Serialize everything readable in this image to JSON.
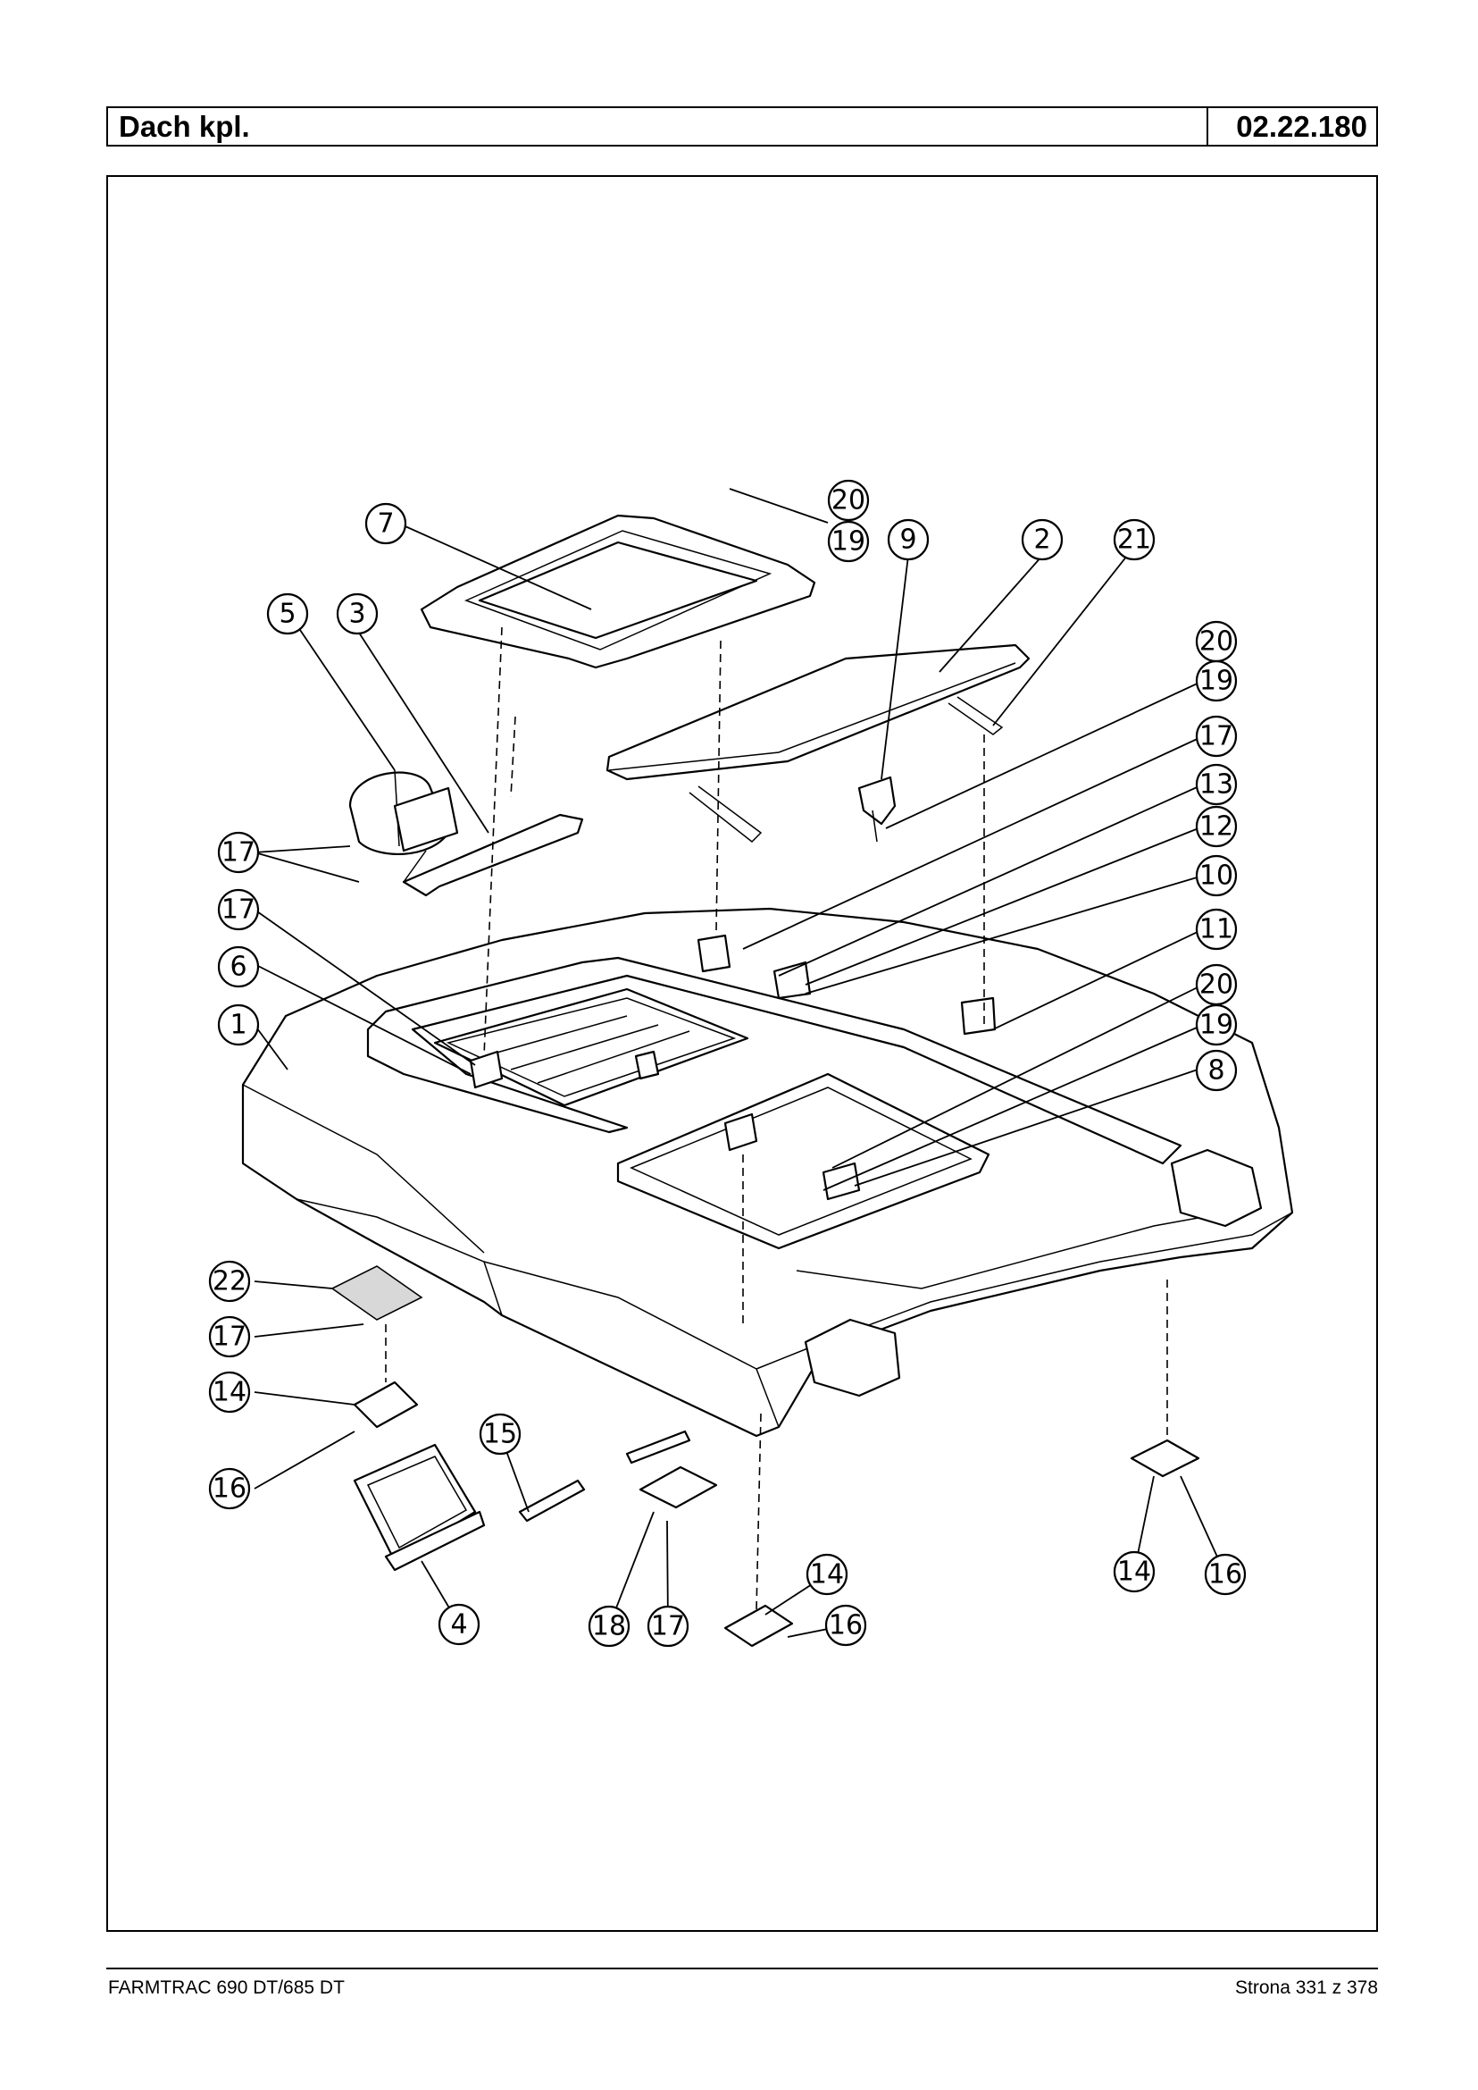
{
  "header": {
    "title": "Dach kpl.",
    "code": "02.22.180"
  },
  "footer": {
    "left": "FARMTRAC 690 DT/685 DT",
    "right": "Strona 331 z 378"
  },
  "callouts": [
    "7",
    "20",
    "19",
    "9",
    "2",
    "21",
    "5",
    "3",
    "20",
    "19",
    "17",
    "13",
    "12",
    "17",
    "10",
    "11",
    "17",
    "6",
    "1",
    "20",
    "19",
    "8",
    "22",
    "17",
    "14",
    "16",
    "15",
    "4",
    "18",
    "17",
    "14",
    "16",
    "14",
    "16"
  ]
}
